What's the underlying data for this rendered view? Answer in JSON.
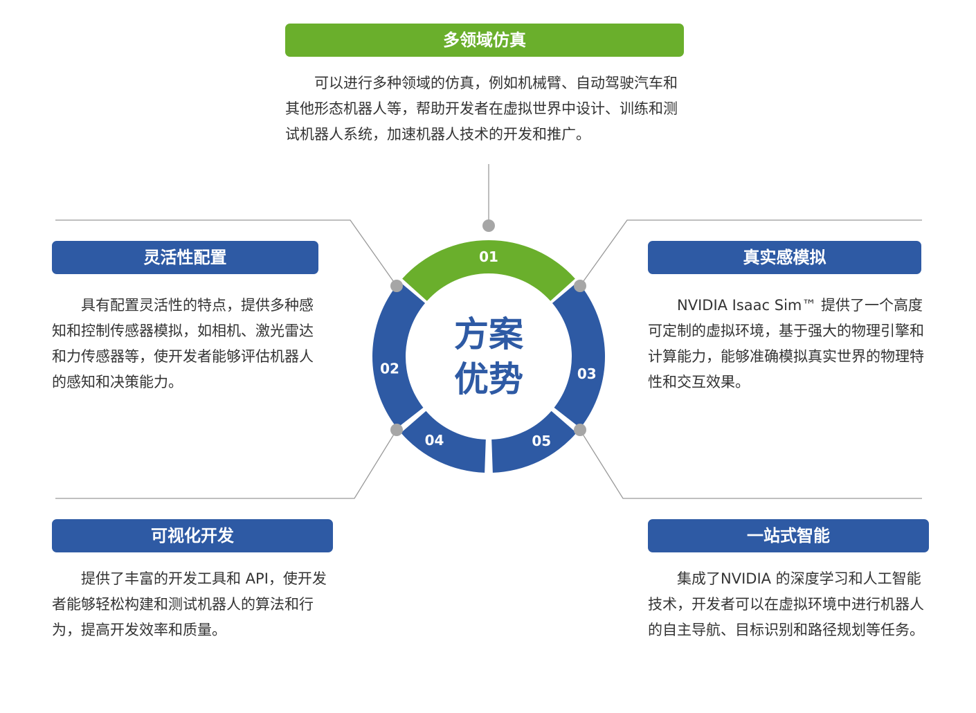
{
  "center": {
    "line1": "方案",
    "line2": "优势"
  },
  "colors": {
    "green": "#6aaf2c",
    "blue": "#2e5aa4",
    "text": "#333333",
    "connector": "#999999",
    "dot": "#a6a6a6"
  },
  "segments": [
    {
      "number": "01",
      "color": "green"
    },
    {
      "number": "02",
      "color": "blue"
    },
    {
      "number": "03",
      "color": "blue"
    },
    {
      "number": "04",
      "color": "blue"
    },
    {
      "number": "05",
      "color": "blue"
    }
  ],
  "features": [
    {
      "number": "01",
      "title": "多领域仿真",
      "description": "可以进行多种领域的仿真，例如机械臂、自动驾驶汽车和其他形态机器人等，帮助开发者在虚拟世界中设计、训练和测试机器人系统，加速机器人技术的开发和推广。"
    },
    {
      "number": "02",
      "title": "灵活性配置",
      "description": "具有配置灵活性的特点，提供多种感知和控制传感器模拟，如相机、激光雷达和力传感器等，使开发者能够评估机器人的感知和决策能力。"
    },
    {
      "number": "03",
      "title": "真实感模拟",
      "description": "NVIDIA Isaac Sim™ 提供了一个高度可定制的虚拟环境，基于强大的物理引擎和计算能力，能够准确模拟真实世界的物理特性和交互效果。"
    },
    {
      "number": "04",
      "title": "可视化开发",
      "description": "提供了丰富的开发工具和 API，使开发者能够轻松构建和测试机器人的算法和行为，提高开发效率和质量。"
    },
    {
      "number": "05",
      "title": "一站式智能",
      "description": "集成了NVIDIA 的深度学习和人工智能技术，开发者可以在虚拟环境中进行机器人的自主导航、目标识别和路径规划等任务。"
    }
  ]
}
